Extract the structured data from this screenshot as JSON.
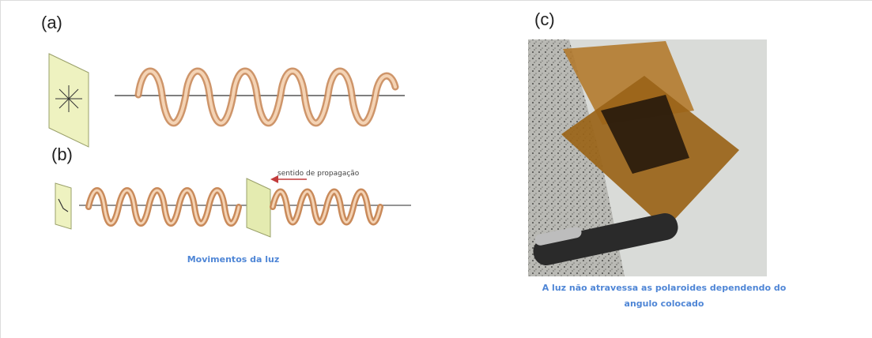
{
  "panels": {
    "a": {
      "label": "(a)"
    },
    "b": {
      "label": "(b)",
      "direction_label": "sentido de propagação"
    },
    "c": {
      "label": "(c)"
    }
  },
  "captions": {
    "left": "Movimentos da luz",
    "right_line1": "A luz não atravessa as polaroides dependendo do",
    "right_line2": "angulo colocado"
  },
  "colors": {
    "caption": "#4f86d6",
    "wave_outline": "#c98a5a",
    "wave_fill": "#f1c9a6",
    "polarizer": "#eef2c0",
    "arrow": "#c23b3b"
  }
}
